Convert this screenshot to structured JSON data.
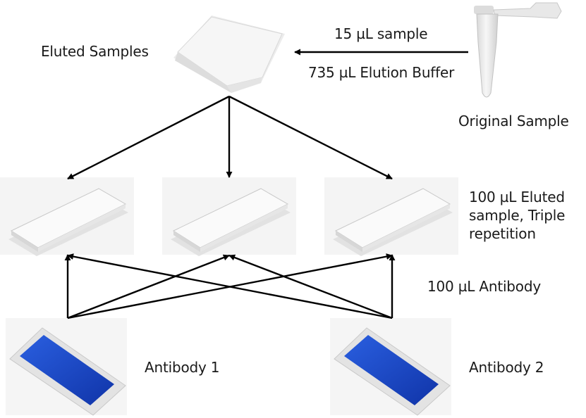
{
  "labels": {
    "eluted_samples": "Eluted Samples",
    "sample_volume": "15 µL sample",
    "elution_buffer": "735 µL Elution Buffer",
    "original_sample": "Original Sample",
    "plates": "100 µL Eluted sample, Triple repetition",
    "antibody_volume": "100 µL Antibody",
    "antibody_1": "Antibody 1",
    "antibody_2": "Antibody 2"
  },
  "colors": {
    "arrow": "#000000",
    "reservoir_liquid": "#1f4fd1",
    "plate_body": "#f1f1f1",
    "tube": "#e9e9e9"
  }
}
